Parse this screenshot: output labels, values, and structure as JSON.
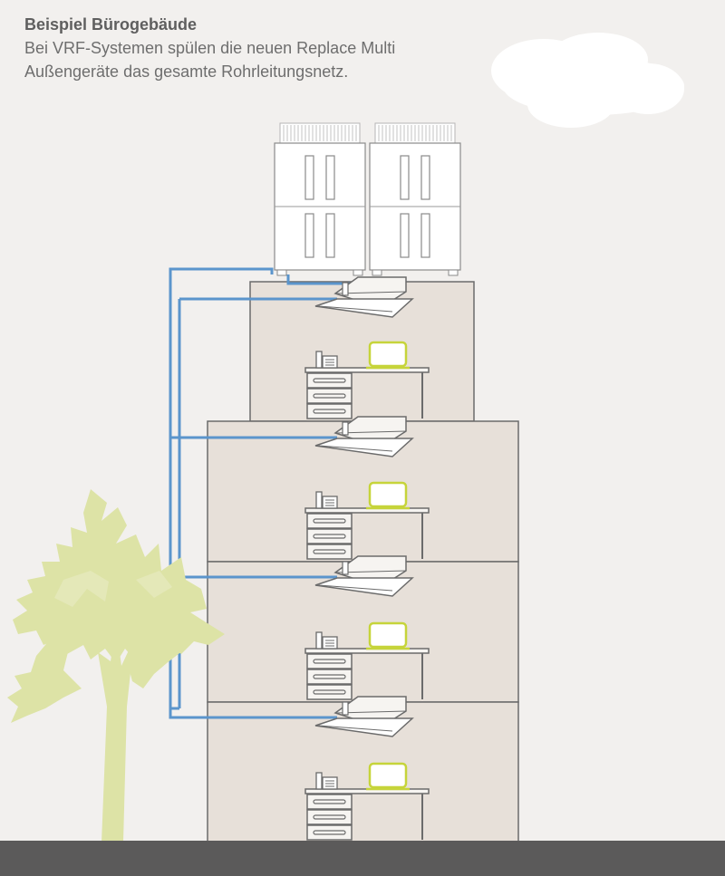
{
  "caption": {
    "title": "Beispiel Bürogebäude",
    "line1": "Bei VRF-Systemen spülen die neuen Replace Multi",
    "line2": "Außengeräte das gesamte Rohrleitungsnetz."
  },
  "colors": {
    "background": "#f2f0ee",
    "ground": "#5b5a5a",
    "building_fill": "#e7e0d9",
    "outline": "#6b6b6b",
    "pipe": "#5b95cc",
    "tree": "#dde3a6",
    "screen_frame": "#c6d43a",
    "cloud": "#ffffff"
  },
  "diagram": {
    "outdoor_units": 2,
    "floors": 4,
    "elements_per_floor": [
      "ceiling-cassette-unit",
      "desk",
      "phone",
      "monitor",
      "drawer-cabinet"
    ],
    "decorations": [
      "cloud",
      "tree",
      "ground"
    ]
  }
}
